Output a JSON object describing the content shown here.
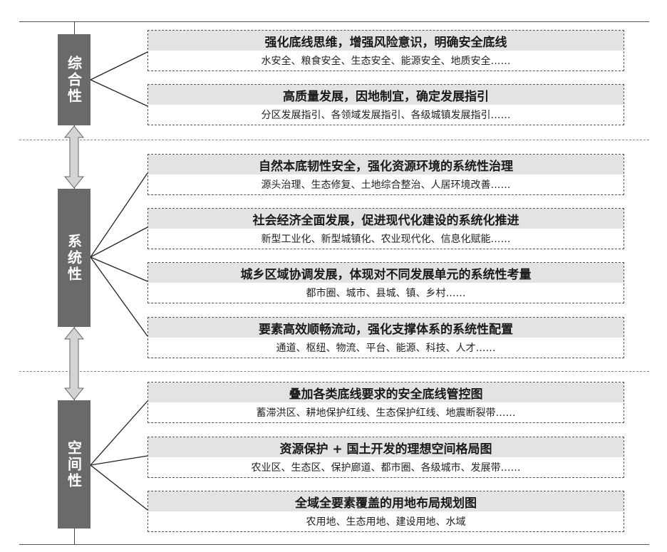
{
  "categories": [
    {
      "label": "综合性",
      "items": [
        {
          "title": "强化底线思维，增强风险意识，明确安全底线",
          "detail": "水安全、粮食安全、生态安全、能源安全、地质安全……"
        },
        {
          "title": "高质量发展，因地制宜，确定发展指引",
          "detail": "分区发展指引、各领域发展指引、各级城镇发展指引……"
        }
      ]
    },
    {
      "label": "系统性",
      "items": [
        {
          "title": "自然本底韧性安全，强化资源环境的系统性治理",
          "detail": "源头治理、生态修复、土地综合整治、人居环境改善……"
        },
        {
          "title": "社会经济全面发展，促进现代化建设的系统化推进",
          "detail": "新型工业化、新型城镇化、农业现代化、信息化赋能……"
        },
        {
          "title": "城乡区域协调发展，体现对不同发展单元的系统性考量",
          "detail": "都市圈、城市、县城、镇、乡村……"
        },
        {
          "title": "要素高效顺畅流动，强化支撑体系的系统性配置",
          "detail": "通道、枢纽、物流、平台、能源、科技、人才……"
        }
      ]
    },
    {
      "label": "空间性",
      "items": [
        {
          "title": "叠加各类底线要求的安全底线管控图",
          "detail": "蓄滞洪区、耕地保护红线、生态保护红线、地震断裂带……"
        },
        {
          "title": "资源保护 + 国土开发的理想空间格局图",
          "detail": "农业区、生态区、保护廊道、都市圈、各级城市、发展带……"
        },
        {
          "title": "全域全要素覆盖的用地布局规划图",
          "detail": "农用地、生态用地、建设用地、水域"
        }
      ]
    }
  ]
}
